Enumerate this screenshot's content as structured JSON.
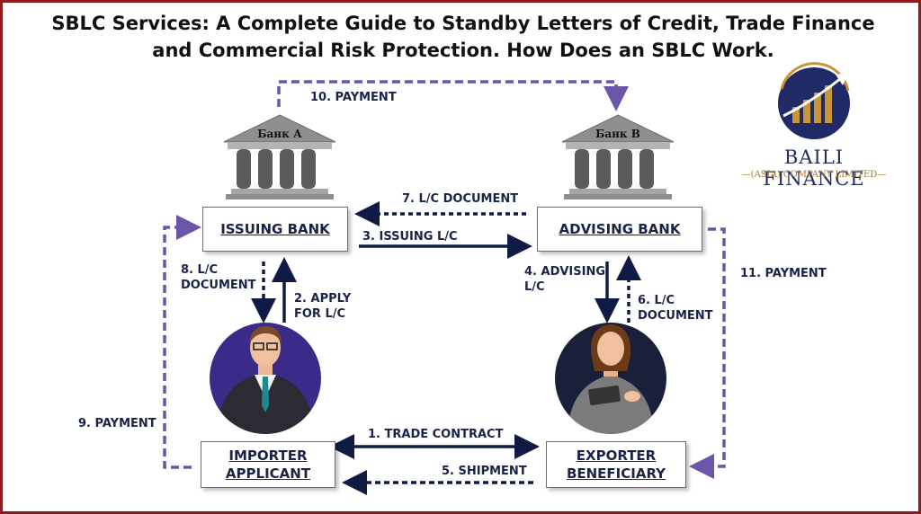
{
  "title": {
    "line1": "SBLC Services: A Complete Guide to Standby Letters of Credit, Trade Finance",
    "line2": "and Commercial Risk Protection. How Does an SBLC Work."
  },
  "logo": {
    "name": "BAILI FINANCE",
    "subtitle": "—(ASIA) COMPANY LIMITED—",
    "icon": "rising-bar-chart-arrow-icon"
  },
  "banks": {
    "bank_a": {
      "sign": "Банк А",
      "icon": "bank-building-icon"
    },
    "bank_b": {
      "sign": "Банк В",
      "icon": "bank-building-icon"
    }
  },
  "boxes": {
    "issuing_bank": "ISSUING BANK",
    "advising_bank": "ADVISING BANK",
    "importer_line1": "IMPORTER",
    "importer_line2": "APPLICANT",
    "exporter_line1": "EXPORTER",
    "exporter_line2": "BENEFICIARY"
  },
  "avatars": {
    "importer": "businessman-avatar-icon",
    "exporter": "businesswoman-avatar-icon"
  },
  "steps": {
    "s1": "1. TRADE CONTRACT",
    "s2a": "2. APPLY",
    "s2b": "FOR L/C",
    "s3": "3. ISSUING L/C",
    "s4a": "4. ADVISING",
    "s4b": "L/C",
    "s5": "5. SHIPMENT",
    "s6a": "6. L/C",
    "s6b": "DOCUMENT",
    "s7": "7. L/C DOCUMENT",
    "s8a": "8. L/C",
    "s8b": "DOCUMENT",
    "s9": "9. PAYMENT",
    "s10": "10. PAYMENT",
    "s11": "11. PAYMENT"
  },
  "colors": {
    "navy": "#0f1b45",
    "purple": "#6a55a8",
    "bank_gray": "#9a9a9a",
    "frame": "#8a1c1c",
    "logo_navy": "#1f2a66",
    "logo_gold": "#c8953a"
  }
}
